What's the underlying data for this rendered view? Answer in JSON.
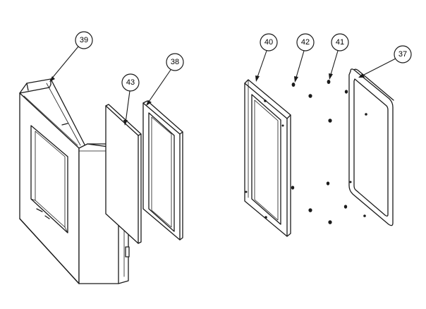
{
  "callouts": [
    {
      "id": "callout-39",
      "label": "39"
    },
    {
      "id": "callout-43",
      "label": "43"
    },
    {
      "id": "callout-38",
      "label": "38"
    },
    {
      "id": "callout-40",
      "label": "40"
    },
    {
      "id": "callout-42",
      "label": "42"
    },
    {
      "id": "callout-41",
      "label": "41"
    },
    {
      "id": "callout-37",
      "label": "37"
    }
  ]
}
